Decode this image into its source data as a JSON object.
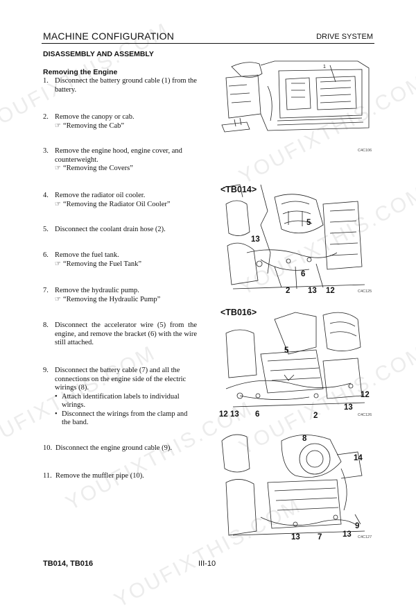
{
  "header": {
    "left": "MACHINE CONFIGURATION",
    "right": "DRIVE SYSTEM"
  },
  "section_title": "DISASSEMBLY AND ASSEMBLY",
  "subsection_title": "Removing the Engine",
  "steps": [
    {
      "num": "1.",
      "lines": [
        "Disconnect the battery ground cable (1) from the battery."
      ]
    },
    {
      "num": "2.",
      "lines": [
        "Remove the canopy or cab."
      ],
      "ref": "“Removing the Cab”"
    },
    {
      "num": "3.",
      "lines": [
        "Remove the engine hood, engine cover, and counterweight."
      ],
      "ref": "“Removing the Covers”"
    },
    {
      "num": "4.",
      "lines": [
        "Remove the radiator oil cooler."
      ],
      "ref": "“Removing the Radiator Oil Cooler”"
    },
    {
      "num": "5.",
      "lines": [
        "Disconnect the coolant drain hose (2)."
      ]
    },
    {
      "num": "6.",
      "lines": [
        "Remove the fuel tank."
      ],
      "ref": "“Removing the Fuel Tank”"
    },
    {
      "num": "7.",
      "lines": [
        "Remove the hydraulic pump."
      ],
      "ref": "“Removing the Hydraulic Pump”"
    },
    {
      "num": "8.",
      "lines": [
        "Disconnect the accelerator wire (5) from the engine, and remove the bracket (6) with the wire still attached."
      ]
    },
    {
      "num": "9.",
      "lines": [
        "Disconnect the battery cable (7) and all the connections on the engine side of the electric wirings (8)."
      ],
      "bullets": [
        "Attach identification labels to individual wirings.",
        "Disconnect the wirings from the clamp and the band."
      ]
    },
    {
      "num": "10.",
      "lines": [
        "Disconnect the engine ground cable (9)."
      ]
    },
    {
      "num": "11.",
      "lines": [
        "Remove the muffler pipe (10)."
      ]
    }
  ],
  "figures": {
    "fig1": {
      "code": "C4C106",
      "callouts": [
        "1"
      ]
    },
    "fig2": {
      "label": "<TB014>",
      "code": "C4C125",
      "callouts": [
        "5",
        "13",
        "6",
        "2",
        "13",
        "12"
      ]
    },
    "fig3": {
      "label": "<TB016>",
      "code": "C4C126",
      "callouts": [
        "5",
        "12",
        "13",
        "12 13",
        "6",
        "2"
      ]
    },
    "fig4": {
      "code": "C4C127",
      "callouts": [
        "8",
        "14",
        "13",
        "7",
        "13",
        "9"
      ]
    }
  },
  "footer": {
    "model": "TB014, TB016",
    "page": "III-10"
  },
  "watermark": "YOUFIXTHIS.COM"
}
